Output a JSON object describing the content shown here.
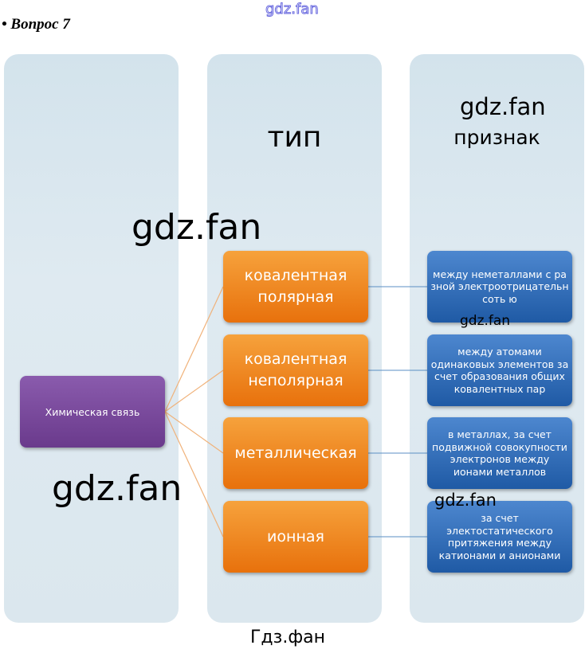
{
  "heading": "• Вопрос 7",
  "columns": {
    "type_header": "тип",
    "feature_header": "признак"
  },
  "root": "Химическая связь",
  "types": [
    "ковалентная полярная",
    "ковалентная неполярная",
    "металлическая",
    "ионная"
  ],
  "features": [
    "между неметаллами с разной электроотрицательнсоть ю",
    "между атомами одинаковых элементов за счет образования общих ковалентных пар",
    "в металлах, за счет подвижной совокупности электронов между ионами металлов",
    "за счет электостатического притяжения между катионами и анионами"
  ],
  "watermarks": [
    "gdz.fan",
    "gdz.fan",
    "gdz.fan",
    "gdz.fan",
    "gdz.fan",
    "gdz.fan",
    "Гдз.фан"
  ],
  "colors": {
    "type": "#f08a1e",
    "feature": "#2f6db8",
    "root": "#7a4a9c",
    "column": "#d8e6ee"
  }
}
